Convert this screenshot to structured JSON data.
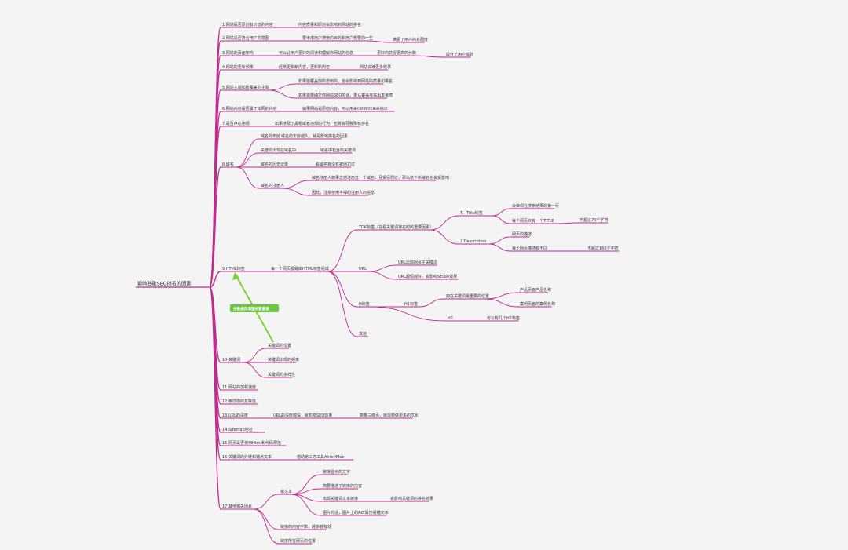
{
  "diagram": {
    "root": "影响谷歌SEO排名的因素",
    "note": "谷歌修改调整权重最高",
    "colors": {
      "background": "#f4f4f4",
      "branch": "#c02a8e",
      "arrow": "#7fd13b",
      "note_bg": "#6cc644",
      "text": "#333333"
    },
    "nodes": [
      {
        "id": "b1",
        "parent": "root",
        "text": "1.网站是否原创有价值的内容"
      },
      {
        "id": "b1a",
        "parent": "b1",
        "text": "内容质量和原创会影响到网站的排名"
      },
      {
        "id": "b2",
        "parent": "root",
        "text": "2.网站是否符合用户的意图"
      },
      {
        "id": "b2a",
        "parent": "b2",
        "text": "要考虑用户搜索的目的和用户想要的一些"
      },
      {
        "id": "b2b",
        "parent": "b2a",
        "text": "满足了用户的意图度"
      },
      {
        "id": "b3",
        "parent": "root",
        "text": "3.网站的页面架构"
      },
      {
        "id": "b3a",
        "parent": "b3",
        "text": "可以让用户更好的阅读和理解你网站的信息"
      },
      {
        "id": "b3b",
        "parent": "b3a",
        "text": "更好的获得更高的分数"
      },
      {
        "id": "b3c",
        "parent": "b3b",
        "text": "提升了用户体验"
      },
      {
        "id": "b4",
        "parent": "root",
        "text": "4.网站的更新频率"
      },
      {
        "id": "b4a",
        "parent": "b4",
        "text": "经常更新新内容，更新新内容"
      },
      {
        "id": "b4b",
        "parent": "b4a",
        "text": "网站会被更多收录"
      },
      {
        "id": "b5",
        "parent": "root",
        "text": "5.网站主题和所覆盖的主题"
      },
      {
        "id": "b5a",
        "parent": "b5",
        "text": "如果能覆盖你所想到的，也会影响到网站的质量和排名"
      },
      {
        "id": "b5b",
        "parent": "b5",
        "text": "如果需要确定你网站SEO的话，要从覆盖度来出发考虑"
      },
      {
        "id": "b6",
        "parent": "root",
        "text": "6.网站内容是否属于本网的内容"
      },
      {
        "id": "b6a",
        "parent": "b6",
        "text": "如果网站是原创内容，可以用来canonical来标识"
      },
      {
        "id": "b7",
        "parent": "root",
        "text": "7.是否存在违规"
      },
      {
        "id": "b7a",
        "parent": "b7",
        "text": "如果涉及了黑帽或者违规的行为，也将会导致降权排名"
      },
      {
        "id": "b8",
        "parent": "root",
        "text": "8.域名"
      },
      {
        "id": "b8a",
        "parent": "b8",
        "text": "域名的年龄"
      },
      {
        "id": "b8a1",
        "parent": "b8a",
        "text": "域名的年龄越久，就是影响排名的因素"
      },
      {
        "id": "b8b",
        "parent": "b8",
        "text": "关键词出现在域名中"
      },
      {
        "id": "b8b1",
        "parent": "b8b",
        "text": "域名中包含的关键词"
      },
      {
        "id": "b8c",
        "parent": "b8",
        "text": "域名的历史记录"
      },
      {
        "id": "b8c1",
        "parent": "b8c",
        "text": "看域名有没有被惩罚过"
      },
      {
        "id": "b8d",
        "parent": "b8",
        "text": "域名的注册人"
      },
      {
        "id": "b8d1",
        "parent": "b8d",
        "text": "域名注册人如果之前注册过一个域名，且受惩罚过，那么这个新域名也会受影响"
      },
      {
        "id": "b8d2",
        "parent": "b8d",
        "text": "因此，注意使用不得的注册人的信息"
      },
      {
        "id": "b9",
        "parent": "root",
        "text": "9.HTML标签"
      },
      {
        "id": "b9a",
        "parent": "b9",
        "text": "每一个网页都是由HTML标签组成"
      },
      {
        "id": "b9a1",
        "parent": "b9a",
        "text": "TDK标签（在看关键词排名时的重要因素）"
      },
      {
        "id": "b9a1a",
        "parent": "b9a1",
        "text": "T、Title标签"
      },
      {
        "id": "b9a1a1",
        "parent": "b9a1a",
        "text": "会体现在搜索结果的第一行"
      },
      {
        "id": "b9a1a2",
        "parent": "b9a1a",
        "text": "每个网页只有一个TITLE"
      },
      {
        "id": "b9a1a3",
        "parent": "b9a1a2",
        "text": "不超过70个字符"
      },
      {
        "id": "b9a1b",
        "parent": "b9a1",
        "text": "2.Description"
      },
      {
        "id": "b9a1b1",
        "parent": "b9a1b",
        "text": "网页的描述"
      },
      {
        "id": "b9a1b2",
        "parent": "b9a1b",
        "text": "每个网页描述都不同"
      },
      {
        "id": "b9a1b3",
        "parent": "b9a1b2",
        "text": "不超过160个字符"
      },
      {
        "id": "b9a2",
        "parent": "b9a",
        "text": "URL"
      },
      {
        "id": "b9a2a",
        "parent": "b9a2",
        "text": "URL出现网页主关键词"
      },
      {
        "id": "b9a2b",
        "parent": "b9a2",
        "text": "URL越短越好，会影响SEO的效果"
      },
      {
        "id": "b9a3",
        "parent": "b9a",
        "text": "H标签"
      },
      {
        "id": "b9a3a",
        "parent": "b9a3",
        "text": "H1标签"
      },
      {
        "id": "b9a3a1",
        "parent": "b9a3a",
        "text": "用在关键词最重要的位置"
      },
      {
        "id": "b9a3a1a",
        "parent": "b9a3a1",
        "text": "产品页面产品名称"
      },
      {
        "id": "b9a3a1b",
        "parent": "b9a3a1",
        "text": "案例页面的案例名称"
      },
      {
        "id": "b9a3b",
        "parent": "b9a3",
        "text": "H2"
      },
      {
        "id": "b9a3b1",
        "parent": "b9a3b",
        "text": "可以有几个H2标签"
      },
      {
        "id": "b9a4",
        "parent": "b9a",
        "text": "其他"
      },
      {
        "id": "b10",
        "parent": "root",
        "text": "10.关键词"
      },
      {
        "id": "b10a",
        "parent": "b10",
        "text": "关键词的位置"
      },
      {
        "id": "b10b",
        "parent": "b10",
        "text": "关键词出现的频率"
      },
      {
        "id": "b10c",
        "parent": "b10",
        "text": "关键词的多样性"
      },
      {
        "id": "b11",
        "parent": "root",
        "text": "11.网站的加载速度"
      },
      {
        "id": "b12",
        "parent": "root",
        "text": "12.移动端的友好性"
      },
      {
        "id": "b13",
        "parent": "root",
        "text": "13.URL的深度"
      },
      {
        "id": "b13a",
        "parent": "b13",
        "text": "URL的深度越深，就影响SEO效果"
      },
      {
        "id": "b13b",
        "parent": "b13a",
        "text": "数量三级页，就需要做更多的优化"
      },
      {
        "id": "b14",
        "parent": "root",
        "text": "14.Sitemap地址"
      },
      {
        "id": "b15",
        "parent": "root",
        "text": "15.网页是否使用Html和代码规范"
      },
      {
        "id": "b16",
        "parent": "root",
        "text": "16.关键词的外链和锚点文本"
      },
      {
        "id": "b16a",
        "parent": "b16",
        "text": "借助第三方工具Ahref/Moz"
      },
      {
        "id": "b17",
        "parent": "root",
        "text": "17.其他相关因素"
      },
      {
        "id": "b17a",
        "parent": "b17",
        "text": "锚文本"
      },
      {
        "id": "b17a1",
        "parent": "b17a",
        "text": "链接显示的文字"
      },
      {
        "id": "b17a2",
        "parent": "b17a",
        "text": "简要描述了链接的内容"
      },
      {
        "id": "b17a3",
        "parent": "b17a",
        "text": "出现关键词文本链接"
      },
      {
        "id": "b17a3a",
        "parent": "b17a3",
        "text": "会影响关键词的排名效果"
      },
      {
        "id": "b17a4",
        "parent": "b17a",
        "text": "图片的话，图片上的ALT属性是锚文本"
      },
      {
        "id": "b17b",
        "parent": "b17",
        "text": "链接的内容字数，越多越有效"
      },
      {
        "id": "b17c",
        "parent": "b17",
        "text": "链接所在网页的位置"
      }
    ]
  }
}
